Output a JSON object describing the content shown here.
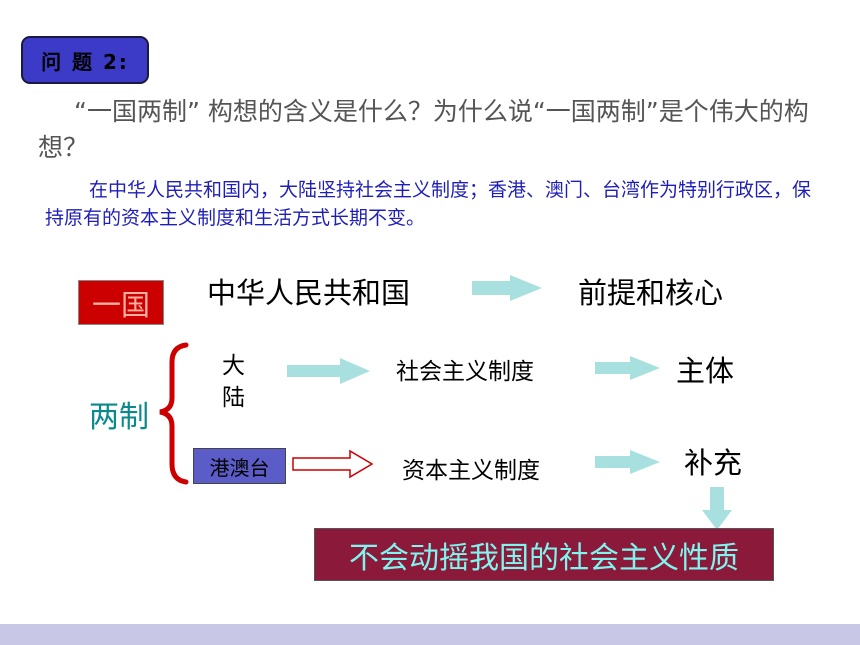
{
  "badge": "问 题 2:",
  "question": "“一国两制” 构想的含义是什么？为什么说“一国两制”是个伟大的构想？",
  "answer": "在中华人民共和国内，大陆坚持社会主义制度；香港、澳门、台湾作为特别行政区，保持原有的资本主义制度和生活方式长期不变。",
  "diagram": {
    "yiguo": "一国",
    "prc": "中华人民共和国",
    "premise": "前提和核心",
    "liangzhi": "两制",
    "mainland": "大陆",
    "socialism": "社会主义制度",
    "main_body": "主体",
    "hmt": "港澳台",
    "capitalism": "资本主义制度",
    "supplement": "补充",
    "conclusion": "不会动摇我国的社会主义性质"
  },
  "colors": {
    "badge_bg": "#3b3bc8",
    "answer_text": "#1f1fb8",
    "yiguo_bg": "#cc0000",
    "liangzhi_text": "#0a8a8a",
    "brace": "#cc0000",
    "arrow": "#a8e0e0",
    "hmt_bg": "#5c5cc8",
    "conclusion_bg": "#8b1a3a",
    "conclusion_text": "#7ff5f0",
    "footer": "#c8c8e6"
  }
}
